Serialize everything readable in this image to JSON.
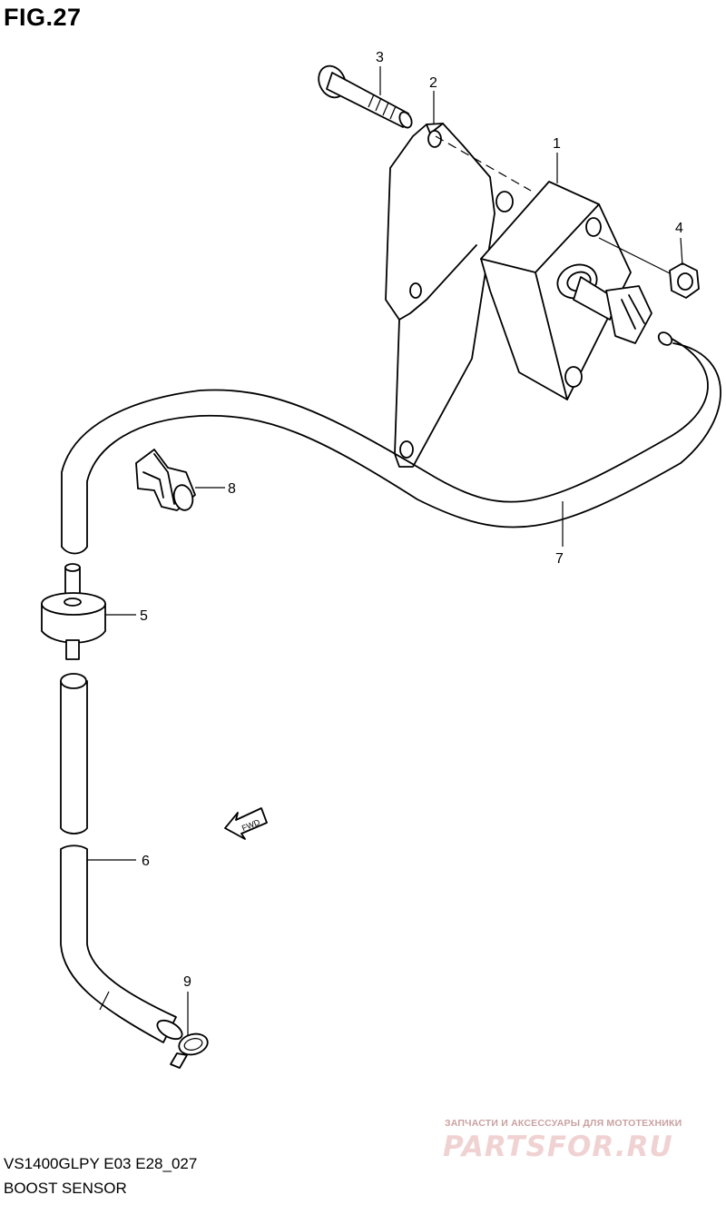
{
  "figure": {
    "title": "FIG.27"
  },
  "callouts": [
    {
      "id": "1",
      "label": "1"
    },
    {
      "id": "2",
      "label": "2"
    },
    {
      "id": "3",
      "label": "3"
    },
    {
      "id": "4",
      "label": "4"
    },
    {
      "id": "5",
      "label": "5"
    },
    {
      "id": "6",
      "label": "6"
    },
    {
      "id": "7",
      "label": "7"
    },
    {
      "id": "8",
      "label": "8"
    },
    {
      "id": "9",
      "label": "9"
    }
  ],
  "direction_arrow": {
    "label": "FWD"
  },
  "footer": {
    "model_code": "VS1400GLPY E03 E28_027",
    "section_name": "BOOST SENSOR"
  },
  "watermark": {
    "tagline": "ЗАПЧАСТИ И АКСЕССУАРЫ ДЛЯ МОТОТЕХНИКИ",
    "logo": "PARTSFOR.RU"
  }
}
